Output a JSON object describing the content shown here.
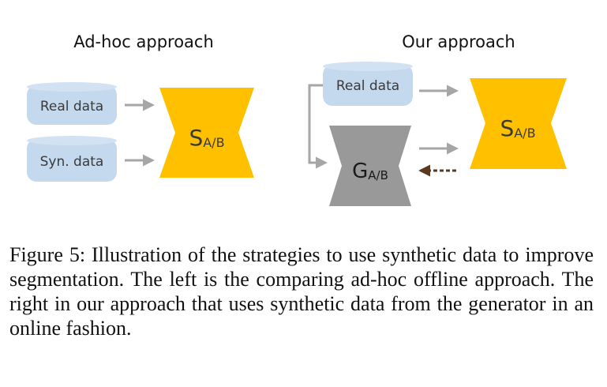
{
  "diagram": {
    "left_panel": {
      "title": "Ad-hoc approach",
      "inputs": [
        "Real data",
        "Syn. data"
      ],
      "segmenter": {
        "main": "S",
        "sub": "A/B"
      }
    },
    "right_panel": {
      "title": "Our approach",
      "inputs": [
        "Real data"
      ],
      "segmenter": {
        "main": "S",
        "sub": "A/B"
      },
      "generator": {
        "main": "G",
        "sub": "A/B"
      }
    },
    "colors": {
      "data_box": "#c5d9ee",
      "segmenter": "#ffc000",
      "generator": "#999999",
      "arrow": "#a6a6a6",
      "feedback_arrow": "#5a3a22",
      "text": "#3a3a3a"
    }
  },
  "caption": "Figure 5: Illustration of the strategies to use synthetic data to improve segmentation. The left is the comparing ad-hoc offline approach. The right in our approach that uses synthetic data from the generator in an online fashion."
}
